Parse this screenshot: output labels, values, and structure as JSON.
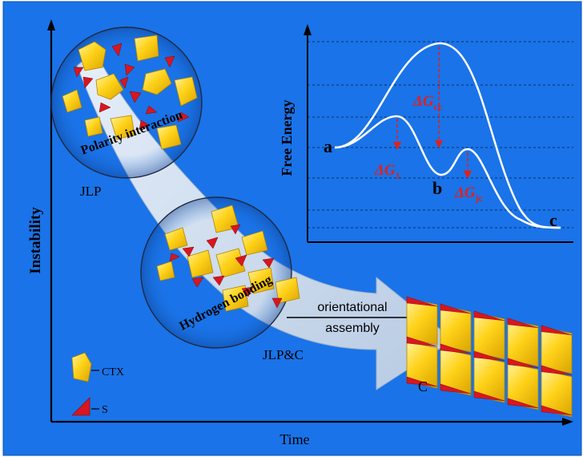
{
  "colors": {
    "background": "#1a73e8",
    "crystal_yellow": "#ffd21a",
    "crystal_dark": "#c99a00",
    "solvent_red": "#d8161f",
    "arrow_fill": "#cfd9e6",
    "annotation_red": "#e0211b",
    "curve": "#ffffff"
  },
  "axes": {
    "y_label": "Instability",
    "x_label": "Time"
  },
  "clusters": {
    "jlp": {
      "interaction": "Polarity interaction",
      "label": "JLP"
    },
    "jlpc": {
      "interaction": "Hydrogen bonding",
      "label": "JLP&C"
    },
    "final": {
      "label": "C"
    }
  },
  "process": {
    "line1": "orientational",
    "line2": "assembly"
  },
  "legend": {
    "crystal": "CTX",
    "solvent": "S"
  },
  "energy_diagram": {
    "y_label": "Free Energy",
    "states": {
      "a": "a",
      "b": "b",
      "c": "c"
    },
    "barriers": {
      "g1": {
        "delta": "ΔG",
        "sub": "1"
      },
      "gcc": {
        "delta": "ΔG",
        "sub": "cc"
      },
      "gjc": {
        "delta": "ΔG",
        "sub": "jc"
      }
    }
  }
}
